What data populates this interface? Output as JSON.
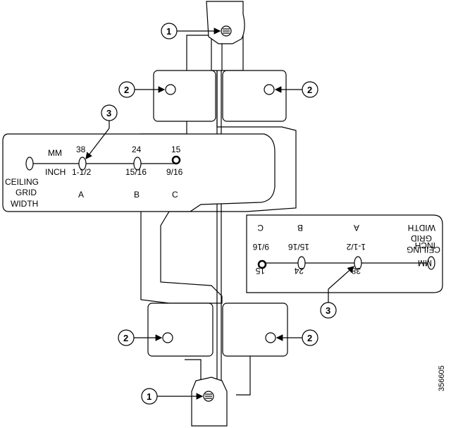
{
  "figure_id": "356605",
  "callouts": {
    "c1": "1",
    "c2": "2",
    "c3": "3"
  },
  "scale": {
    "mm_label": "MM",
    "inch_label": "INCH",
    "ceiling_lines": [
      "CEILING",
      "GRID",
      "WIDTH"
    ],
    "positions": [
      {
        "mm": "38",
        "inch": "1-1/2",
        "letter": "A"
      },
      {
        "mm": "24",
        "inch": "15/16",
        "letter": "B"
      },
      {
        "mm": "15",
        "inch": "9/16",
        "letter": "C"
      }
    ]
  },
  "colors": {
    "line": "#000000",
    "fill": "#ffffff"
  }
}
